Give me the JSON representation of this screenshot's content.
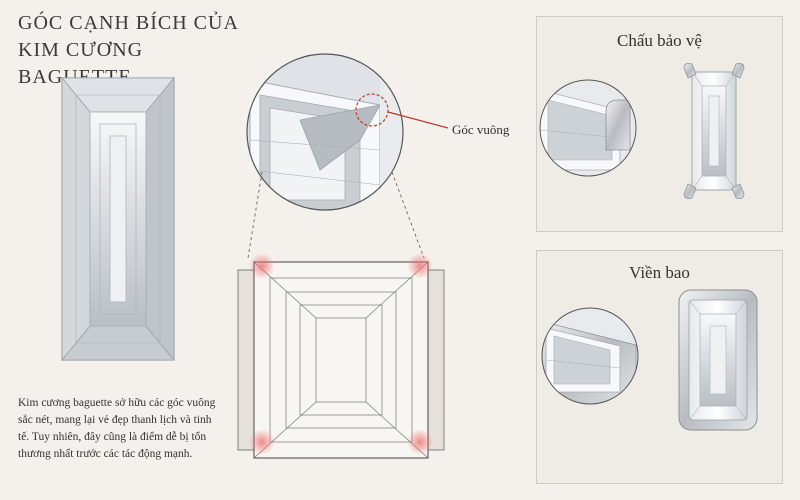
{
  "title": {
    "line1": "GÓC CẠNH BÍCH CỦA",
    "line2": "KIM CƯƠNG BAGUETTE"
  },
  "description": "Kim cương baguette sở hữu các góc vuông sắc nét, mang lại vẻ đẹp thanh lịch và tinh tế. Tuy nhiên, đây cũng là điểm dễ bị tổn thương nhất trước các tác động mạnh.",
  "callout": {
    "label": "Góc vuông"
  },
  "panels": {
    "prong": {
      "title": "Chấu bảo vệ"
    },
    "bezel": {
      "title": "Viền bao"
    }
  },
  "colors": {
    "background": "#f4f1ec",
    "highlight": "#e07070",
    "callout_line": "#c0392b",
    "metal": "#c9ccd0"
  }
}
